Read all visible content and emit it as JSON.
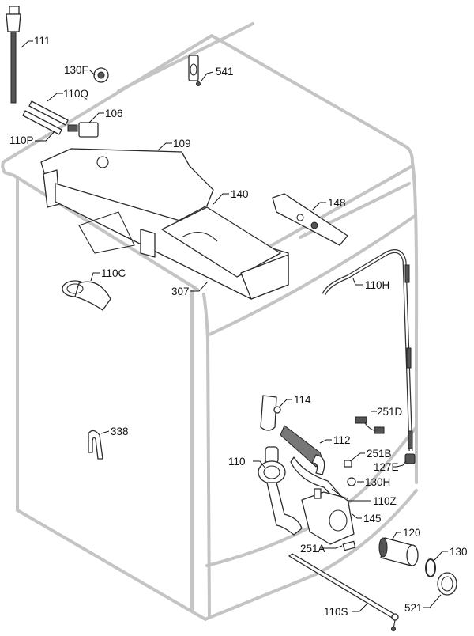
{
  "diagram": {
    "title": "Washing machine cabinet exploded parts view",
    "colors": {
      "cabinet_outline": "#c4c4c4",
      "part_line": "#2a2a2a",
      "label_text": "#111111"
    },
    "callouts": [
      {
        "id": "111",
        "part": "inlet-hose"
      },
      {
        "id": "130F",
        "part": "grommet"
      },
      {
        "id": "541",
        "part": "door-lock-switch"
      },
      {
        "id": "110Q",
        "part": "hose-upper"
      },
      {
        "id": "106",
        "part": "inlet-valve"
      },
      {
        "id": "110P",
        "part": "hose-lower"
      },
      {
        "id": "109",
        "part": "dispenser-cover"
      },
      {
        "id": "140",
        "part": "detergent-dispenser"
      },
      {
        "id": "148",
        "part": "control-panel-bracket"
      },
      {
        "id": "110C",
        "part": "bellows-hose"
      },
      {
        "id": "307",
        "part": "dispenser-drawer"
      },
      {
        "id": "110H",
        "part": "drain-hose"
      },
      {
        "id": "114",
        "part": "air-chamber"
      },
      {
        "id": "251D",
        "part": "wiring-harness"
      },
      {
        "id": "338",
        "part": "hose-clip"
      },
      {
        "id": "112",
        "part": "corrugated-hose"
      },
      {
        "id": "251B",
        "part": "cable-clip"
      },
      {
        "id": "127E",
        "part": "hose-nut"
      },
      {
        "id": "110",
        "part": "sump-hose"
      },
      {
        "id": "130H",
        "part": "ring-nut"
      },
      {
        "id": "110Z",
        "part": "connecting-hose"
      },
      {
        "id": "145",
        "part": "pump-housing"
      },
      {
        "id": "120",
        "part": "filter"
      },
      {
        "id": "251A",
        "part": "clamp"
      },
      {
        "id": "130",
        "part": "o-ring-seal"
      },
      {
        "id": "110S",
        "part": "emergency-drain-hose"
      },
      {
        "id": "521",
        "part": "filter-cap"
      }
    ]
  }
}
